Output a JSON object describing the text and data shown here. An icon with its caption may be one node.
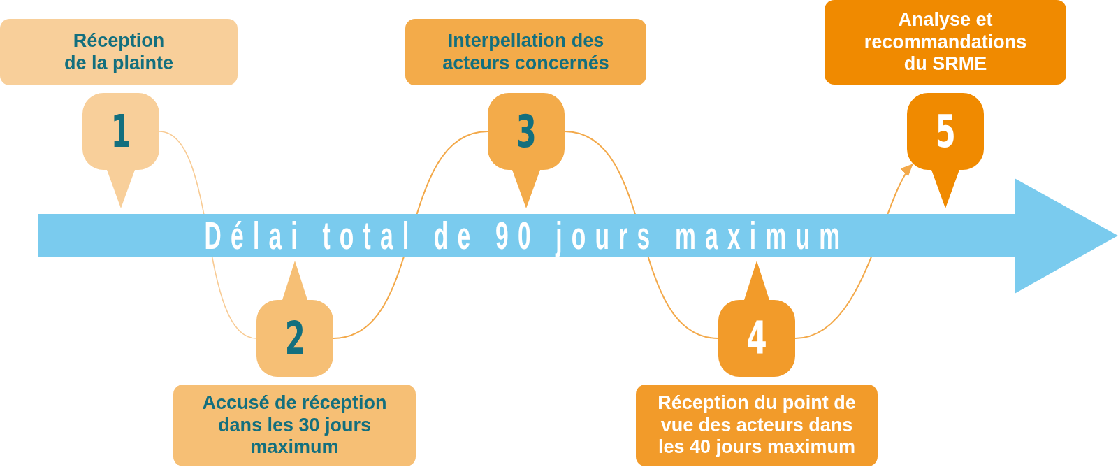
{
  "diagram": {
    "nodes": [
      {
        "text": [
          "Réception de la plainte"
        ]
      },
      {
        "text": [
          "Interpellation des acteurs concernés"
        ]
      },
      {
        "text": [
          "Analyse et recommandations du SRME"
        ]
      },
      {
        "text": [
          "1"
        ]
      },
      {
        "text": [
          "3"
        ]
      },
      {
        "text": [
          "5"
        ]
      },
      {
        "text": [
          "2"
        ]
      },
      {
        "text": [
          "4"
        ]
      },
      {
        "text": [
          "Accusé de réception dans les 30 jours maximum"
        ]
      },
      {
        "text": [
          "Réception du point de vue des acteurs dans les 40 jours maximum"
        ]
      }
    ],
    "edges": [
      {
        "from": 3,
        "to": 6,
        "arrow": "none",
        "color": "#f8cb94"
      },
      {
        "from": 6,
        "to": 4,
        "arrow": "none"
      },
      {
        "from": 4,
        "to": 7,
        "arrow": "none"
      },
      {
        "from": 7,
        "to": 5,
        "arrow": "to"
      }
    ],
    "labels": [
      "Délai total de 90 jours maximum"
    ]
  }
}
